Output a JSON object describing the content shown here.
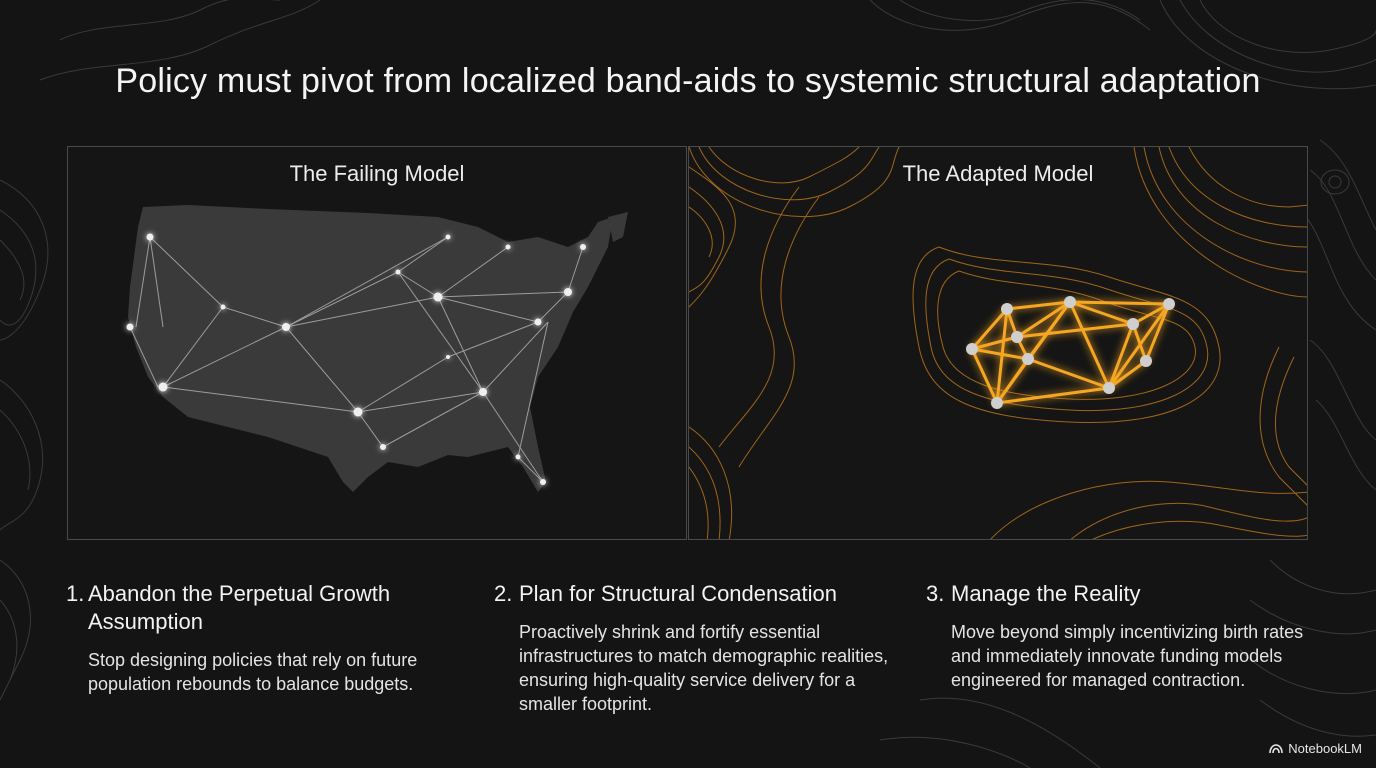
{
  "title": "Policy must pivot from localized band-aids to systemic structural adaptation",
  "panels": {
    "left_title": "The Failing Model",
    "right_title": "The Adapted Model"
  },
  "steps": [
    {
      "number": "1.",
      "heading": "Abandon the Perpetual Growth Assumption",
      "body": "Stop designing policies that rely on future population rebounds to balance budgets."
    },
    {
      "number": "2.",
      "heading": "Plan for Structural Condensation",
      "body": "Proactively shrink and fortify essential infrastructures to match demographic realities, ensuring high-quality service delivery for a smaller footprint."
    },
    {
      "number": "3.",
      "heading": "Manage the Reality",
      "body": "Move beyond simply incentivizing birth rates and immediately innovate funding models engineered for managed contraction."
    }
  ],
  "brand": {
    "name": "NotebookLM",
    "icon": "notebooklm-logo-icon"
  },
  "colors": {
    "background": "#141414",
    "accent": "#f5a623",
    "node": "#d9d9d9",
    "network_faded": "#bdbdbd"
  }
}
